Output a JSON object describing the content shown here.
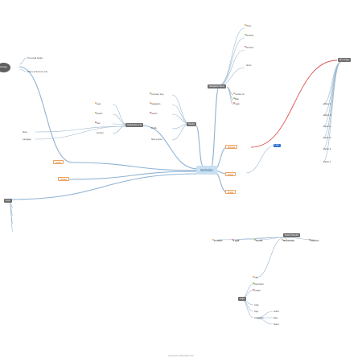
{
  "map": {
    "root": "Website",
    "footer": "Powered by Mind Map Tool",
    "hubs": {
      "navigation_menu": "Navigation Menu",
      "header": "Header",
      "global_elements": "Global Elements",
      "footer": "Footer",
      "sitemap": "Sitemap",
      "error_page": "Error Page",
      "search_results": "Search Results",
      "login": "Login",
      "form": "Form",
      "overlay": "Overlay"
    },
    "notes": {
      "top_left": [
        "The actual header",
        "Where to find more info"
      ],
      "header": [
        "Company logo",
        "Navigation",
        "Search",
        "Profile",
        "Store Layout"
      ],
      "navigation": [
        "Home",
        "Products",
        "Services",
        "About",
        "Contact Us",
        "Blog",
        "Login"
      ],
      "left_list": [
        "Option A",
        "Option B",
        "Option C",
        "Option D",
        "Option E",
        "Option F"
      ],
      "global": [
        "Logo",
        "Search",
        "Cart",
        "Account",
        "Menu",
        "Language"
      ],
      "footer_cols": [
        "Contact",
        "Legal",
        "Social",
        "Newsletter",
        "Careers"
      ],
      "bottom_right": [
        "Title",
        "Description",
        "Images",
        "Links",
        "Tags",
        "Categories",
        "Author",
        "Date",
        "Status"
      ]
    },
    "colors": {
      "edge": "#9bb7cf",
      "root": "#c9dff2",
      "dark_node": "#6f6f6f",
      "orange": "#e8a35c",
      "red": "#d9534f",
      "checkbox_orange": "#f0a14a",
      "checkbox_green": "#8bc34a",
      "checkbox_red": "#e57373"
    }
  }
}
